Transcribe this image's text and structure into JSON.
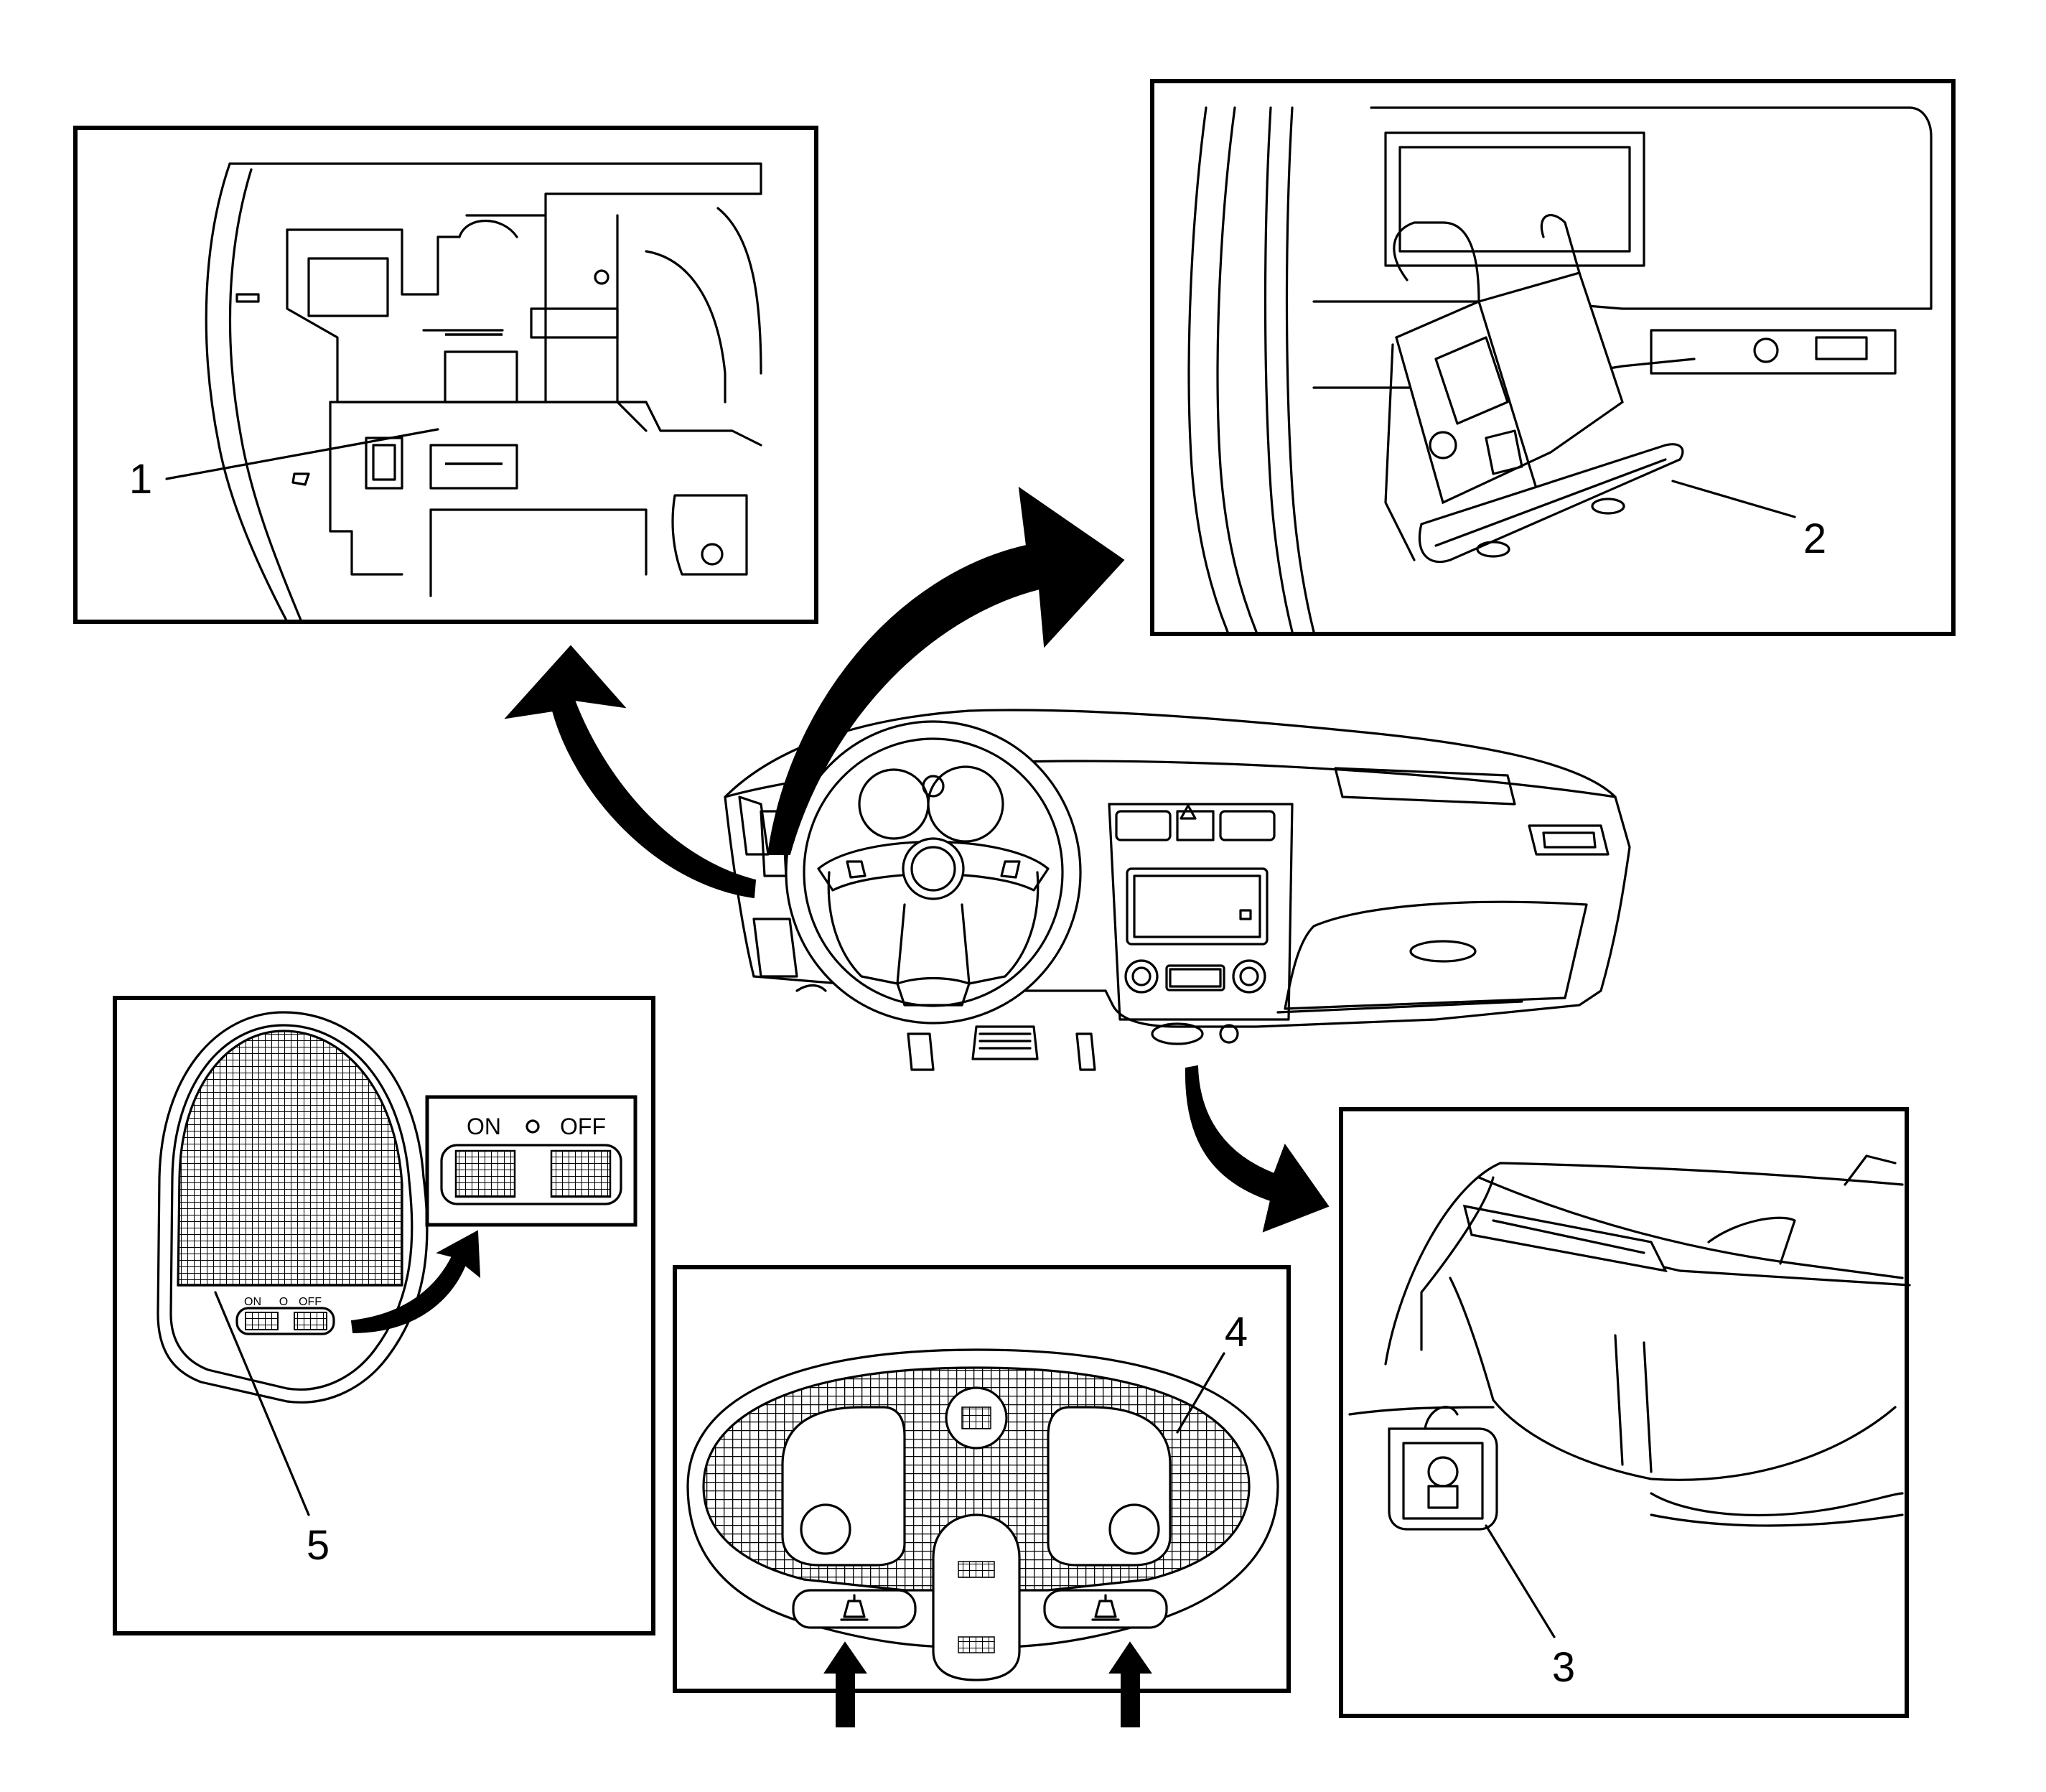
{
  "callouts": {
    "c1": "1",
    "c2": "2",
    "c3": "3",
    "c4": "4",
    "c5": "5"
  },
  "switch_labels": {
    "on": "ON",
    "off": "OFF",
    "indicator": "O"
  },
  "colors": {
    "line": "#000000",
    "background": "#ffffff"
  }
}
